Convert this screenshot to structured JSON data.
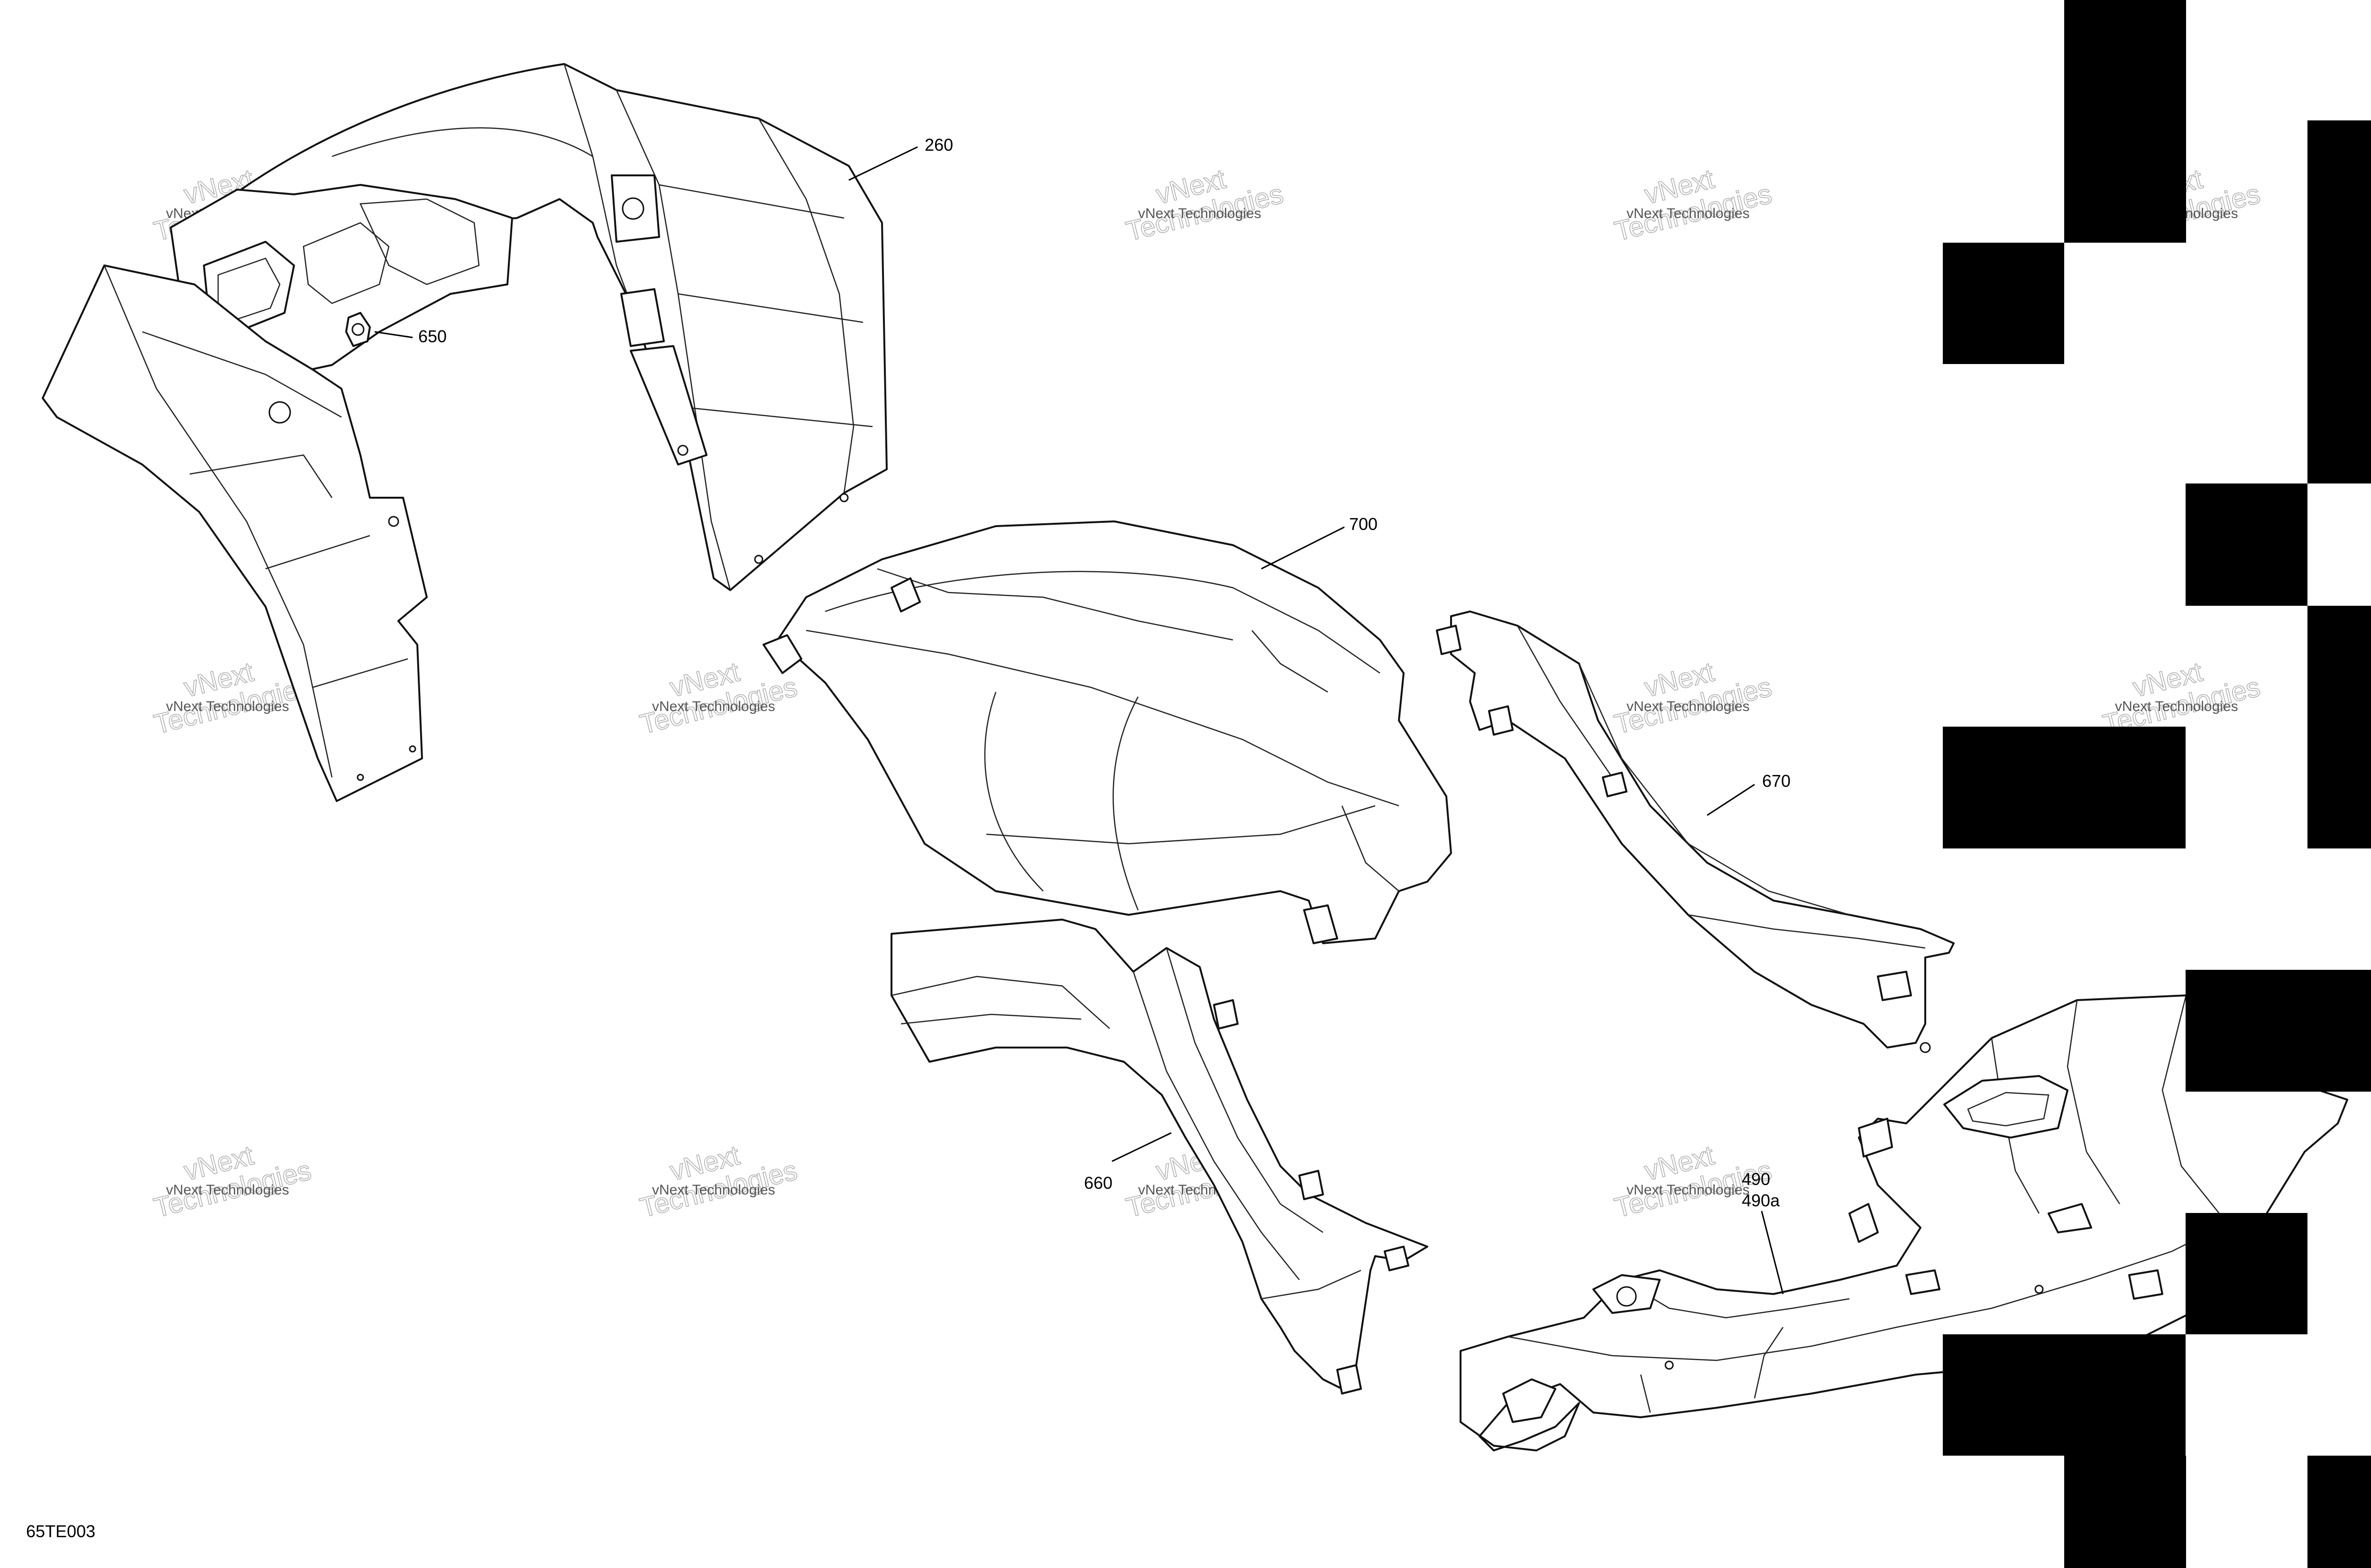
{
  "figure": {
    "reference": "65TE003",
    "callouts": [
      {
        "id": "260",
        "label": "260"
      },
      {
        "id": "650",
        "label": "650"
      },
      {
        "id": "700",
        "label": "700"
      },
      {
        "id": "670",
        "label": "670"
      },
      {
        "id": "660",
        "label": "660"
      },
      {
        "id": "490",
        "label": "490"
      },
      {
        "id": "490a",
        "label": "490a"
      }
    ],
    "watermark": {
      "line1": "vNext Technologies",
      "line2": "Technologies",
      "overlay": "vNext"
    },
    "colors": {
      "line": "#111111",
      "background": "#ffffff",
      "blocks": "#000000",
      "watermark": "#b0b0b0"
    }
  }
}
